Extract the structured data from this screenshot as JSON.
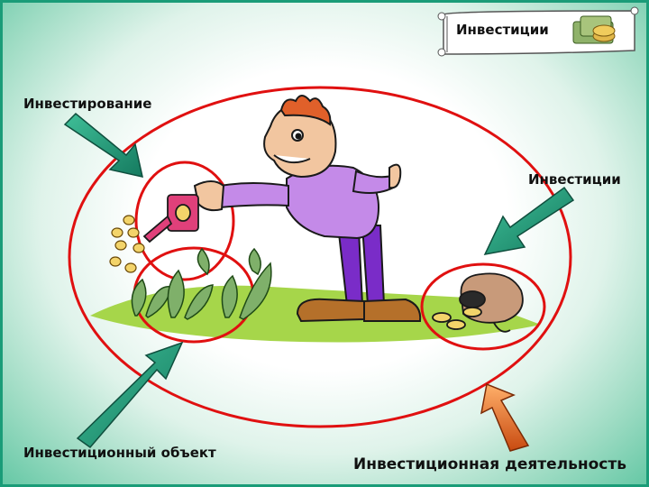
{
  "header": {
    "title": "Инвестиции"
  },
  "labels": {
    "investing": "Инвестирование",
    "investments": "Инвестиции",
    "investment_object": "Инвестиционный объект",
    "investment_activity": "Инвестиционная деятельность"
  },
  "colors": {
    "background_edge": "#63c7a4",
    "ellipse_stroke": "#e01010",
    "arrow_teal": "#1f8a6e",
    "arrow_orange": "#f07a2a",
    "shirt": "#c48ae8",
    "pants": "#7a2cc8"
  }
}
